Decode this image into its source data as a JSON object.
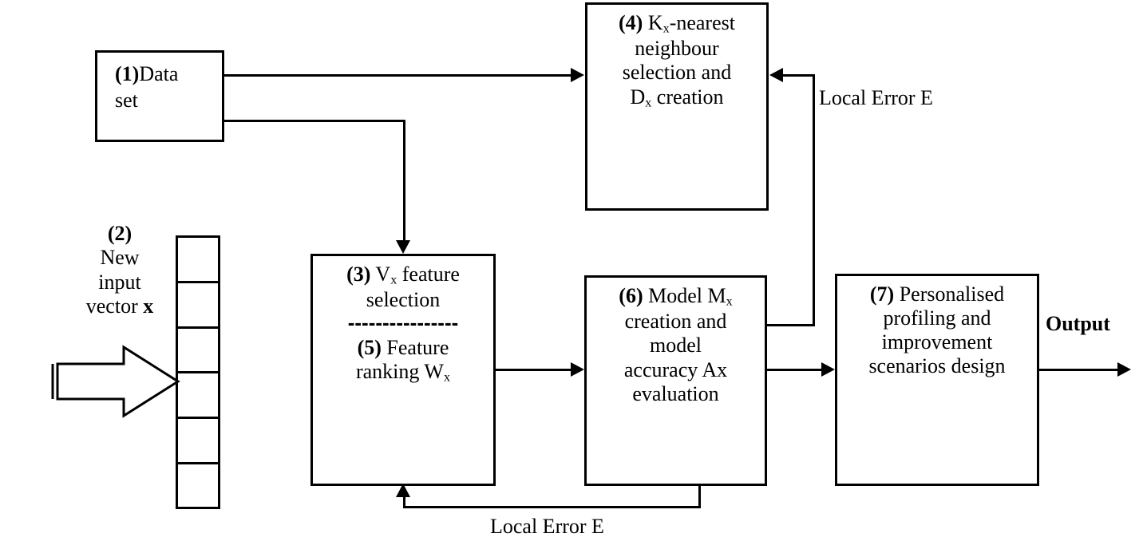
{
  "diagram": {
    "title": "Personalised modelling framework flowchart",
    "boxes": {
      "b1": {
        "num": "(1)",
        "line1": "Data",
        "line2": "set"
      },
      "b2_label": {
        "num": "(2)",
        "line1": "New",
        "line2": "input",
        "line3_pre": "vector ",
        "line3_var": "x"
      },
      "b4": {
        "num": "(4)",
        "l1a": "  K",
        "l1sub": "x",
        "l1b": "-nearest",
        "l2": "neighbour",
        "l3": "selection and",
        "l4pre": "D",
        "l4sub": "x",
        "l4post": " creation"
      },
      "b3": {
        "num": "(3)",
        "l1a": " V",
        "l1sub": "x",
        "l1b": " feature",
        "l2": "selection"
      },
      "separator": "----------------",
      "b5": {
        "num": "(5)",
        "l1": " Feature",
        "l2pre": "ranking W",
        "l2sub": "x"
      },
      "b6": {
        "num": "(6)",
        "l1a": " Model  M",
        "l1sub": "x",
        "l2": "creation and",
        "l3": "model",
        "l4": "accuracy Ax",
        "l5": "evaluation"
      },
      "b7": {
        "num": "(7)",
        "l1": " Personalised",
        "l2": "profiling and",
        "l3": "improvement",
        "l4": "scenarios design"
      }
    },
    "labels": {
      "local_error_top": "Local Error E",
      "local_error_bottom": "Local Error E",
      "output": "Output"
    },
    "vector_cells": [
      1,
      2,
      3,
      4,
      5,
      6
    ],
    "colors": {
      "line": "#000000",
      "background": "#ffffff"
    }
  }
}
